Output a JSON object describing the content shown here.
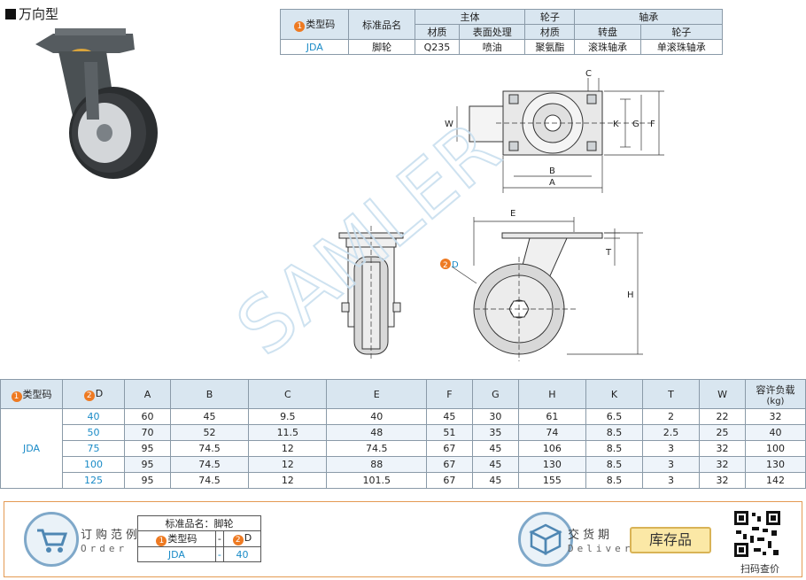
{
  "title": "万向型",
  "spec_table": {
    "h_type": "类型码",
    "h_type_num": "1",
    "h_name": "标准品名",
    "h_body": "主体",
    "h_wheel": "轮子",
    "h_bearing": "轴承",
    "h_material": "材质",
    "h_surface": "表面处理",
    "h_wheel_material": "材质",
    "h_turntable": "转盘",
    "h_wheel_bearing": "轮子",
    "row": {
      "type": "JDA",
      "name": "脚轮",
      "material": "Q235",
      "surface": "喷油",
      "wheel_material": "聚氨酯",
      "turntable": "滚珠轴承",
      "wheel_bearing": "单滚珠轴承"
    }
  },
  "drawing_labels": {
    "C": "C",
    "K": "K",
    "G": "G",
    "F": "F",
    "W": "W",
    "B": "B",
    "A": "A",
    "E": "E",
    "T": "T",
    "H": "H",
    "D": "D",
    "D_num": "2"
  },
  "watermark": "SAMLER",
  "dims_table": {
    "headers": {
      "type": "类型码",
      "type_num": "1",
      "D": "D",
      "D_num": "2",
      "A": "A",
      "B": "B",
      "C": "C",
      "E": "E",
      "F": "F",
      "G": "G",
      "H": "H",
      "K": "K",
      "T": "T",
      "W": "W",
      "load_1": "容许负载",
      "load_2": "(kg)"
    },
    "type_value": "JDA",
    "rows": [
      {
        "D": "40",
        "A": "60",
        "B": "45",
        "C": "9.5",
        "E": "40",
        "F": "45",
        "G": "30",
        "H": "61",
        "K": "6.5",
        "T": "2",
        "W": "22",
        "load": "32"
      },
      {
        "D": "50",
        "A": "70",
        "B": "52",
        "C": "11.5",
        "E": "48",
        "F": "51",
        "G": "35",
        "H": "74",
        "K": "8.5",
        "T": "2.5",
        "W": "25",
        "load": "40"
      },
      {
        "D": "75",
        "A": "95",
        "B": "74.5",
        "C": "12",
        "E": "74.5",
        "F": "67",
        "G": "45",
        "H": "106",
        "K": "8.5",
        "T": "3",
        "W": "32",
        "load": "100"
      },
      {
        "D": "100",
        "A": "95",
        "B": "74.5",
        "C": "12",
        "E": "88",
        "F": "67",
        "G": "45",
        "H": "130",
        "K": "8.5",
        "T": "3",
        "W": "32",
        "load": "130"
      },
      {
        "D": "125",
        "A": "95",
        "B": "74.5",
        "C": "12",
        "E": "101.5",
        "F": "67",
        "G": "45",
        "H": "155",
        "K": "8.5",
        "T": "3",
        "W": "32",
        "load": "142"
      }
    ]
  },
  "order": {
    "cn": "订购范例",
    "en": "Order",
    "name_row": "标准品名：脚轮",
    "type_label": "类型码",
    "type_num": "1",
    "dash": "-",
    "d_label": "D",
    "d_num": "2",
    "type_value": "JDA",
    "d_value": "40"
  },
  "delivery": {
    "cn": "交货期",
    "en": "Delivery",
    "stock": "库存品"
  },
  "qr_caption": "扫码查价",
  "colors": {
    "accent_orange": "#ee7a22",
    "blue_text": "#1a8bc7",
    "header_bg": "#d9e6f0"
  }
}
